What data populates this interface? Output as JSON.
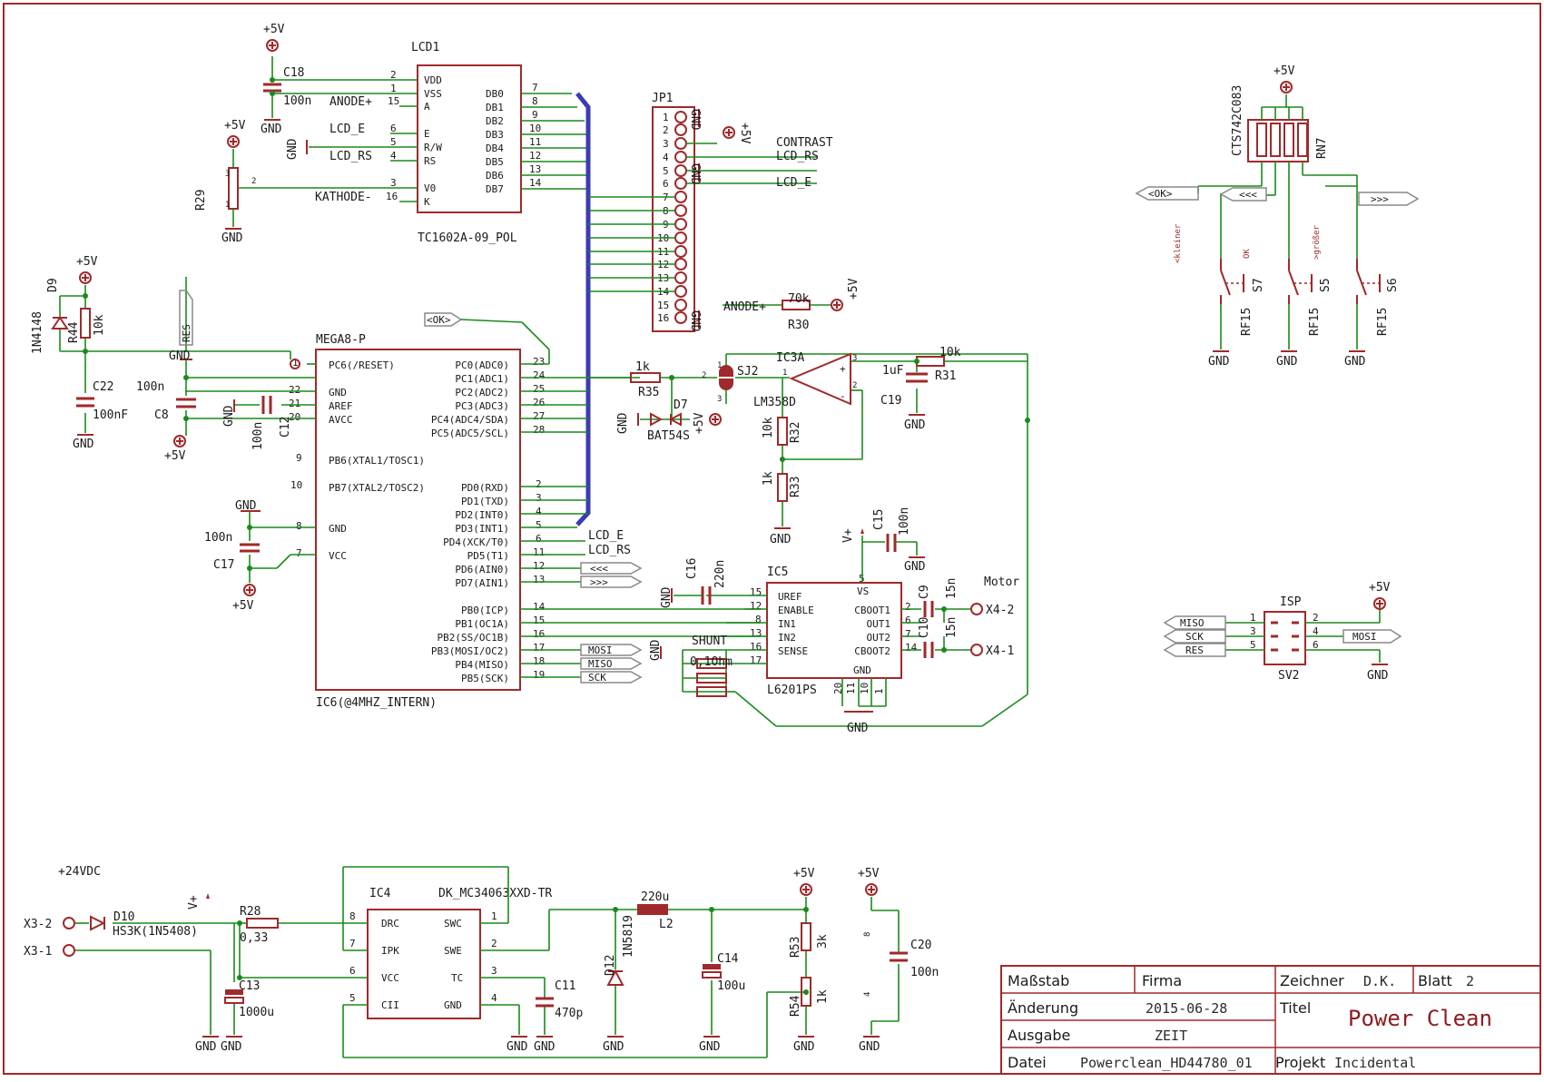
{
  "supply": {
    "vcc": "+5V",
    "gnd": "GND",
    "vplus": "V+",
    "input_voltage": "+24VDC"
  },
  "lcd": {
    "ref": "LCD1",
    "value": "TC1602A-09_POL",
    "pins_left": [
      {
        "num": "2",
        "name": "VDD"
      },
      {
        "num": "1",
        "name": "VSS"
      },
      {
        "num": "15",
        "name": "A"
      },
      {
        "num": "6",
        "name": "E"
      },
      {
        "num": "5",
        "name": "R/W"
      },
      {
        "num": "4",
        "name": "RS"
      },
      {
        "num": "3",
        "name": "V0"
      },
      {
        "num": "16",
        "name": "K"
      }
    ],
    "pins_right": [
      {
        "num": "7",
        "name": "DB0"
      },
      {
        "num": "8",
        "name": "DB1"
      },
      {
        "num": "9",
        "name": "DB2"
      },
      {
        "num": "10",
        "name": "DB3"
      },
      {
        "num": "11",
        "name": "DB4"
      },
      {
        "num": "12",
        "name": "DB5"
      },
      {
        "num": "13",
        "name": "DB6"
      },
      {
        "num": "14",
        "name": "DB7"
      }
    ],
    "nets": {
      "anode": "ANODE+",
      "lcd_e": "LCD_E",
      "lcd_rs": "LCD_RS",
      "kathode": "KATHODE-"
    }
  },
  "mcu": {
    "ref": "IC6(@4MHZ_INTERN)",
    "value": "MEGA8-P",
    "left_pins": [
      {
        "num": "1",
        "name": "PC6(/RESET)"
      },
      {
        "num": "22",
        "name": "GND"
      },
      {
        "num": "21",
        "name": "AREF"
      },
      {
        "num": "20",
        "name": "AVCC"
      },
      {
        "num": "9",
        "name": "PB6(XTAL1/TOSC1)"
      },
      {
        "num": "10",
        "name": "PB7(XTAL2/TOSC2)"
      },
      {
        "num": "8",
        "name": "GND"
      },
      {
        "num": "7",
        "name": "VCC"
      }
    ],
    "right_pins": [
      {
        "num": "23",
        "name": "PC0(ADC0)"
      },
      {
        "num": "24",
        "name": "PC1(ADC1)"
      },
      {
        "num": "25",
        "name": "PC2(ADC2)"
      },
      {
        "num": "26",
        "name": "PC3(ADC3)"
      },
      {
        "num": "27",
        "name": "PC4(ADC4/SDA)"
      },
      {
        "num": "28",
        "name": "PC5(ADC5/SCL)"
      },
      {
        "num": "2",
        "name": "PD0(RXD)"
      },
      {
        "num": "3",
        "name": "PD1(TXD)"
      },
      {
        "num": "4",
        "name": "PD2(INT0)"
      },
      {
        "num": "5",
        "name": "PD3(INT1)"
      },
      {
        "num": "6",
        "name": "PD4(XCK/T0)"
      },
      {
        "num": "11",
        "name": "PD5(T1)"
      },
      {
        "num": "12",
        "name": "PD6(AIN0)"
      },
      {
        "num": "13",
        "name": "PD7(AIN1)"
      },
      {
        "num": "14",
        "name": "PB0(ICP)"
      },
      {
        "num": "15",
        "name": "PB1(OC1A)"
      },
      {
        "num": "16",
        "name": "PB2(SS/OC1B)"
      },
      {
        "num": "17",
        "name": "PB3(MOSI/OC2)"
      },
      {
        "num": "18",
        "name": "PB4(MISO)"
      },
      {
        "num": "19",
        "name": "PB5(SCK)"
      }
    ],
    "net_labels": {
      "res": "RES",
      "ok": "<OK>",
      "lcd_e": "LCD_E",
      "lcd_rs": "LCD_RS",
      "left": "<<<",
      "right": ">>>",
      "mosi": "MOSI",
      "miso": "MISO",
      "sck": "SCK"
    }
  },
  "jp1": {
    "ref": "JP1",
    "pins": [
      "1",
      "2",
      "3",
      "4",
      "5",
      "6",
      "7",
      "8",
      "9",
      "10",
      "11",
      "12",
      "13",
      "14",
      "15",
      "16"
    ],
    "nets": {
      "contrast": "CONTRAST",
      "lcd_rs": "LCD_RS",
      "lcd_e": "LCD_E",
      "anode": "ANODE+"
    }
  },
  "opamp": {
    "ref": "IC3A",
    "value": "LM358D",
    "jumper": "SJ2",
    "diode": "D7",
    "diode_value": "BAT54S"
  },
  "driver": {
    "ref": "IC5",
    "value": "L6201PS",
    "left_pins": [
      {
        "num": "15",
        "name": "UREF"
      },
      {
        "num": "12",
        "name": "ENABLE"
      },
      {
        "num": "8",
        "name": "IN1"
      },
      {
        "num": "13",
        "name": "IN2"
      },
      {
        "num": "16",
        "name": "SENSE"
      }
    ],
    "right_pins": [
      {
        "num": "2",
        "name": "CBOOT1"
      },
      {
        "num": "6",
        "name": "OUT1"
      },
      {
        "num": "7",
        "name": "OUT2"
      },
      {
        "num": "14",
        "name": "CBOOT2"
      }
    ],
    "top_pin": {
      "num": "5",
      "name": "VS"
    },
    "bottom_pins": [
      "20",
      "11",
      "10",
      "1"
    ],
    "gnd_label": "GND",
    "motor_label": "Motor",
    "x42": "X4-2",
    "x41": "X4-1",
    "shunt": "SHUNT",
    "shunt_value": "0,1Ohm"
  },
  "regulator": {
    "ref": "IC4",
    "value": "DK_MC34063XXD-TR",
    "left_pins": [
      {
        "num": "8",
        "name": "DRC"
      },
      {
        "num": "7",
        "name": "IPK"
      },
      {
        "num": "6",
        "name": "VCC"
      },
      {
        "num": "5",
        "name": "CII"
      }
    ],
    "right_pins": [
      {
        "num": "1",
        "name": "SWC"
      },
      {
        "num": "2",
        "name": "SWE"
      },
      {
        "num": "3",
        "name": "TC"
      },
      {
        "num": "4",
        "name": "GND"
      }
    ],
    "x32": "X3-2",
    "x31": "X3-1"
  },
  "components": {
    "c18": [
      "C18",
      "100n"
    ],
    "r29": [
      "R29"
    ],
    "d9": [
      "D9",
      "1N4148"
    ],
    "r44": [
      "R44",
      "10k"
    ],
    "c22": [
      "C22",
      "100nF"
    ],
    "c8": [
      "C8",
      "100n"
    ],
    "c12": [
      "C12",
      "100n"
    ],
    "c17": [
      "C17",
      "100n"
    ],
    "r35": [
      "R35",
      "1k"
    ],
    "r32": [
      "R32",
      "10k"
    ],
    "r33": [
      "R33",
      "1k"
    ],
    "r31": [
      "R31",
      "10k"
    ],
    "c19": [
      "C19",
      "1uF"
    ],
    "r30": [
      "R30",
      "70k"
    ],
    "c15": [
      "C15",
      "100n"
    ],
    "c16": [
      "C16",
      "220n"
    ],
    "c9": [
      "C9",
      "15n"
    ],
    "c10": [
      "C10",
      "15n"
    ],
    "d10": [
      "D10",
      "HS3K(1N5408)"
    ],
    "r28": [
      "R28",
      "0,33"
    ],
    "c13": [
      "C13",
      "1000u"
    ],
    "c11": [
      "C11",
      "470p"
    ],
    "d12": [
      "D12",
      "1N5819"
    ],
    "l2": [
      "L2",
      "220u"
    ],
    "c14": [
      "C14",
      "100u"
    ],
    "r53": [
      "R53",
      "3k"
    ],
    "r54": [
      "R54",
      "1k"
    ],
    "c20": [
      "C20",
      "100n"
    ]
  },
  "buttons": {
    "rn7": [
      "RN7",
      "CTS742C083"
    ],
    "labels": [
      "<OK>",
      "<<<",
      ">>>"
    ],
    "captions": [
      "<kleiner",
      "OK",
      ">größer"
    ],
    "switches": [
      "S7",
      "S5",
      "S6"
    ],
    "type": "RF15"
  },
  "isp": {
    "ref": "ISP",
    "value": "SV2",
    "nets": [
      "MISO",
      "SCK",
      "RES",
      "MOSI"
    ],
    "pins": [
      "1",
      "2",
      "3",
      "4",
      "5",
      "6"
    ]
  },
  "title_block": {
    "massstab": "Maßstab",
    "firma": "Firma",
    "zeichner": "Zeichner",
    "zeichner_val": "D.K.",
    "blatt": "Blatt",
    "blatt_val": "2",
    "aenderung": "Änderung",
    "aenderung_val": "2015-06-28",
    "titel": "Titel",
    "titel_val": "Power Clean",
    "ausgabe": "Ausgabe",
    "ausgabe_val": "ZEIT",
    "datei": "Datei",
    "datei_val": "Powerclean_HD44780_01",
    "projekt": "Projekt",
    "projekt_val": "Incidental"
  }
}
